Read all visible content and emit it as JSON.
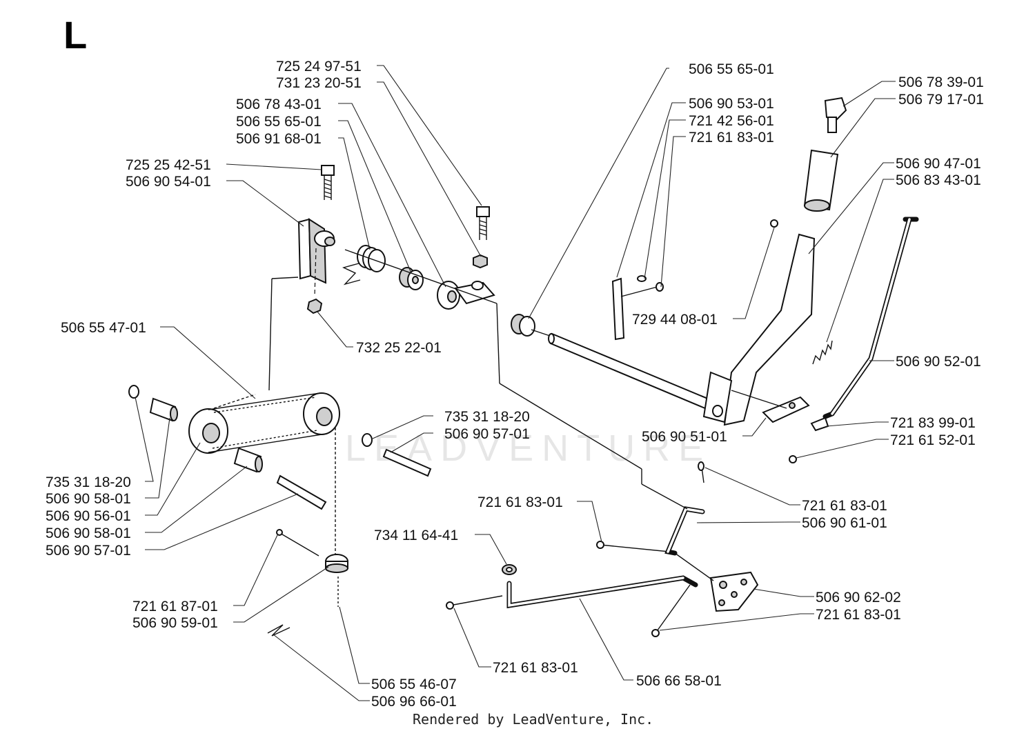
{
  "section_letter": "L",
  "footer": "Rendered by LeadVenture, Inc.",
  "watermark": "LEADVENTURE",
  "labels": [
    "725 24 97-51",
    "731 23 20-51",
    "506 78 43-01",
    "506 55 65-01",
    "506 91 68-01",
    "725 25 42-51",
    "506 90 54-01",
    "506 55 65-01",
    "506 90 53-01",
    "721 42 56-01",
    "721 61 83-01",
    "506 78 39-01",
    "506 79 17-01",
    "506 90 47-01",
    "506 83 43-01",
    "729 44 08-01",
    "506 55 47-01",
    "732 25 22-01",
    "506 90 52-01",
    "735 31 18-20",
    "506 90 57-01",
    "506 90 51-01",
    "721 83 99-01",
    "721 61 52-01",
    "735 31 18-20",
    "506 90 58-01",
    "506 90 56-01",
    "506 90 58-01",
    "506 90 57-01",
    "721 61 83-01",
    "721 61 83-01",
    "506 90 61-01",
    "734 11 64-41",
    "506 90 62-02",
    "721 61 83-01",
    "721 61 87-01",
    "506 90 59-01",
    "721 61 83-01",
    "506 66 58-01",
    "506 55 46-07",
    "506 96 66-01"
  ]
}
